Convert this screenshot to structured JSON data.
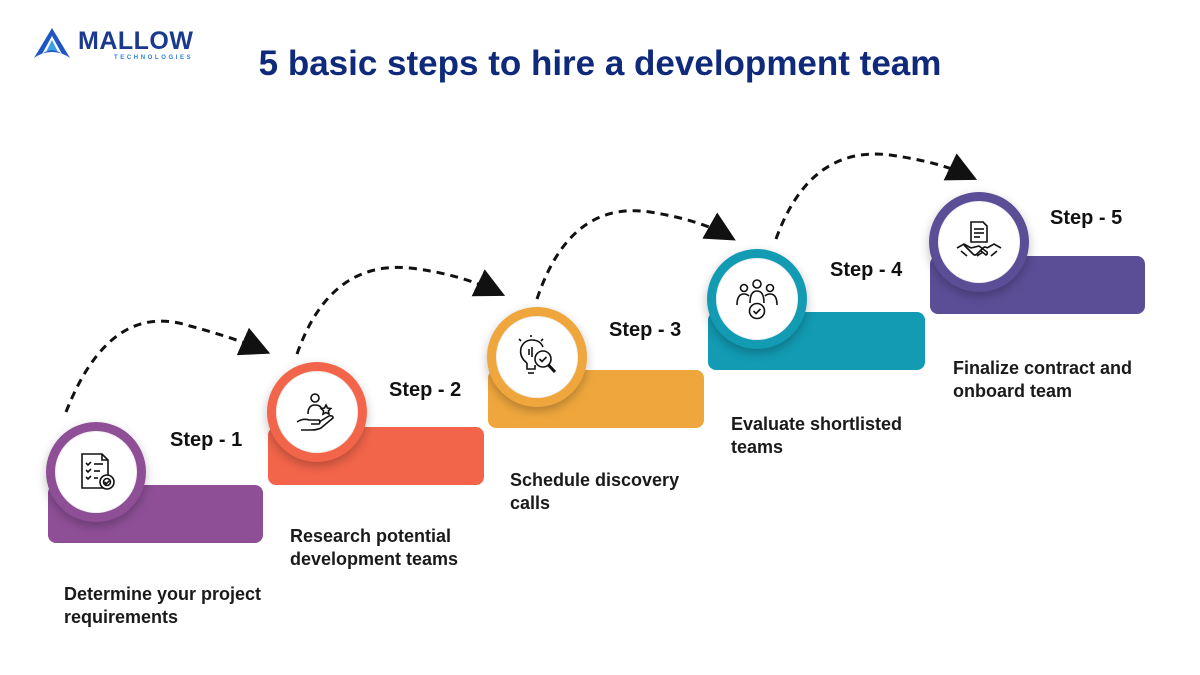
{
  "logo": {
    "name": "MALLOW",
    "subtitle": "TECHNOLOGIES"
  },
  "title": "5 basic steps to hire a development team",
  "colors": {
    "title": "#0f2a7a",
    "step1": "#8e4f97",
    "step2": "#f2654a",
    "step3": "#efa73d",
    "step4": "#129bb3",
    "step5": "#5b4e97"
  },
  "steps": [
    {
      "label": "Step - 1",
      "description": "Determine your project requirements",
      "icon": "checklist-gear-icon"
    },
    {
      "label": "Step - 2",
      "description": "Research potential development teams",
      "icon": "hand-person-star-icon"
    },
    {
      "label": "Step - 3",
      "description": "Schedule discovery calls",
      "icon": "lightbulb-magnifier-icon"
    },
    {
      "label": "Step - 4",
      "description": "Evaluate shortlisted teams",
      "icon": "team-check-icon"
    },
    {
      "label": "Step - 5",
      "description": "Finalize contract and onboard team",
      "icon": "handshake-document-icon"
    }
  ]
}
